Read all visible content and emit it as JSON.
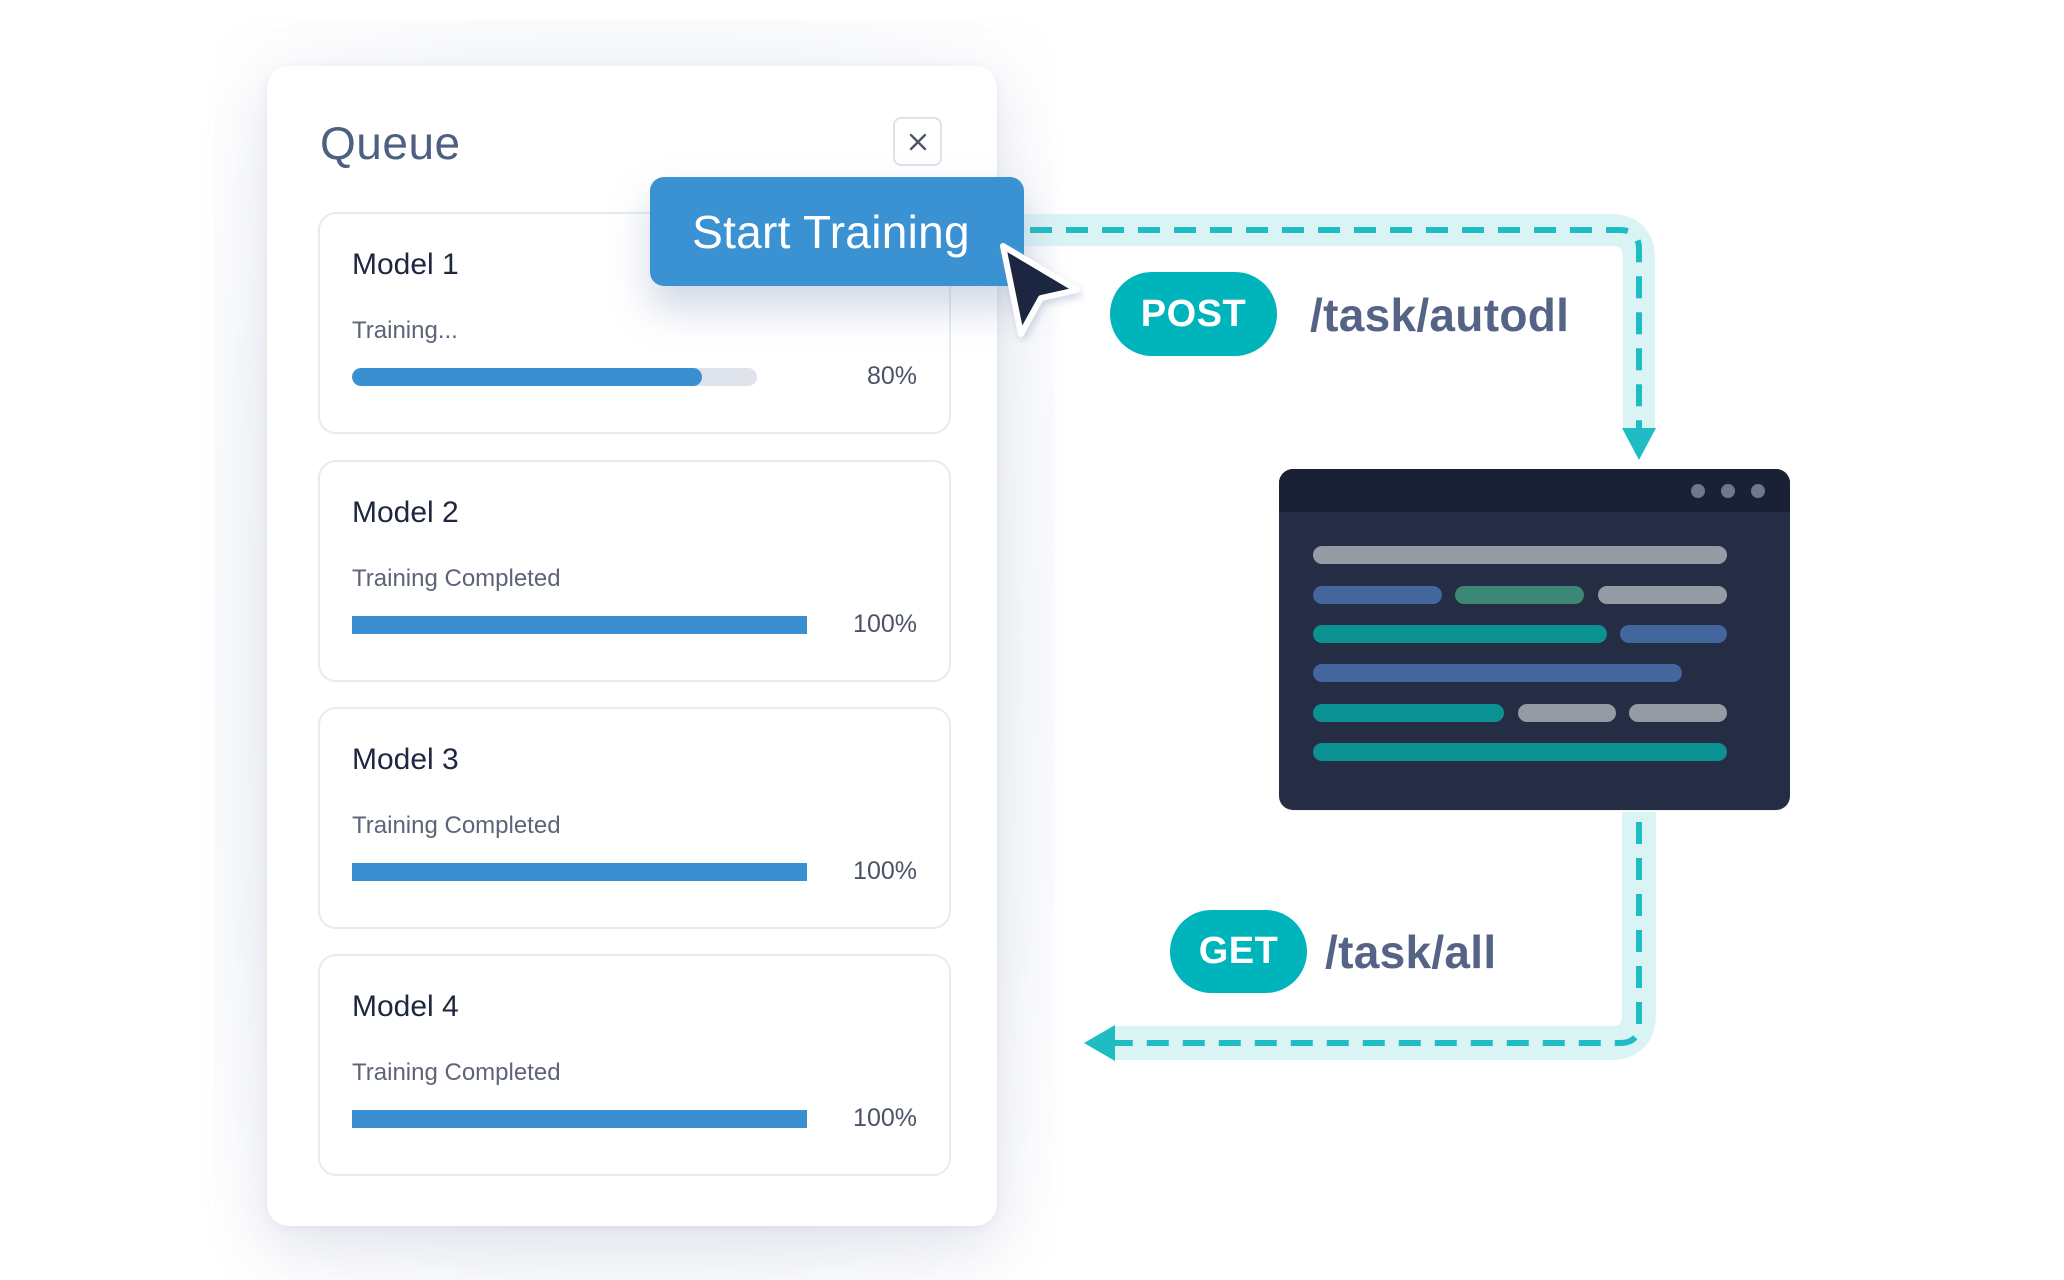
{
  "queue_panel": {
    "title": "Queue",
    "close_icon": "close-x-icon",
    "models": [
      {
        "name": "Model 1",
        "status": "Training...",
        "progress": 80,
        "progress_label": "80%"
      },
      {
        "name": "Model 2",
        "status": "Training Completed",
        "progress": 100,
        "progress_label": "100%"
      },
      {
        "name": "Model 3",
        "status": "Training Completed",
        "progress": 100,
        "progress_label": "100%"
      },
      {
        "name": "Model 4",
        "status": "Training Completed",
        "progress": 100,
        "progress_label": "100%"
      }
    ]
  },
  "start_button": {
    "label": "Start Training"
  },
  "cursor_icon": "mouse-pointer-icon",
  "requests": {
    "post": {
      "method": "POST",
      "path": "/task/autodl"
    },
    "get": {
      "method": "GET",
      "path": "/task/all"
    }
  },
  "terminal": {
    "title_dots": 3,
    "code_line_colors": {
      "gray": "#959ba3",
      "blue": "#43669e",
      "green": "#3d8777",
      "teal": "#0c9193"
    }
  },
  "colors": {
    "accent_blue": "#3a92d2",
    "teal_pill": "#00b4bc",
    "flow_dash": "#1fbcc4",
    "flow_band": "#daf3f5",
    "path_text": "#556387",
    "terminal_bg": "#252d45",
    "terminal_bar": "#1b2134"
  }
}
